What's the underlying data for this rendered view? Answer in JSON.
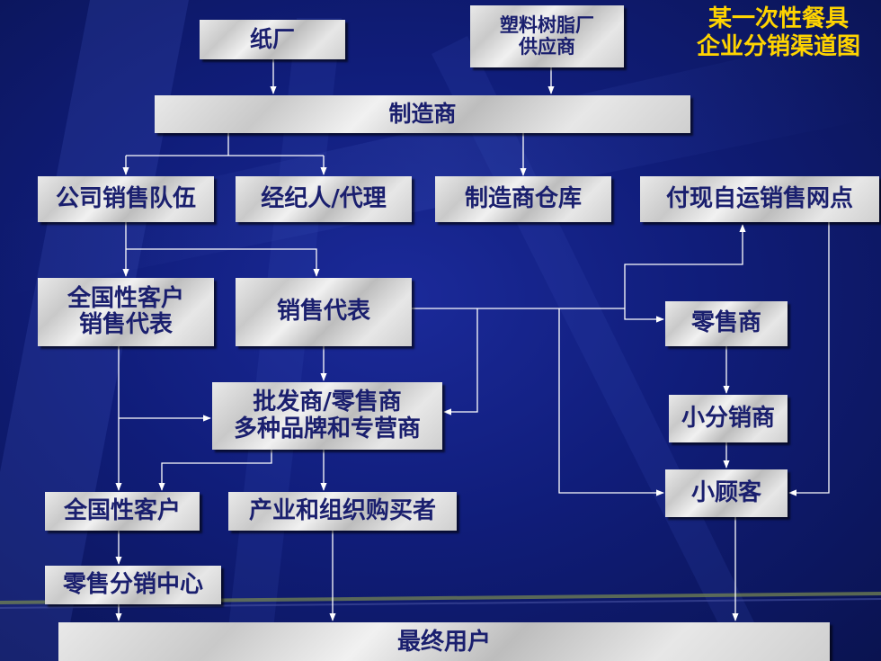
{
  "title": {
    "line1": "某一次性餐具",
    "line2": "企业分销渠道图"
  },
  "nodes": {
    "paper_mill": "纸厂",
    "resin_supplier_l1": "塑料树脂厂",
    "resin_supplier_l2": "供应商",
    "manufacturer": "制造商",
    "company_sales_team": "公司销售队伍",
    "broker_agent": "经纪人/代理",
    "manufacturer_warehouse": "制造商仓库",
    "cash_carry_outlet": "付现自运销售网点",
    "national_account_rep_l1": "全国性客户",
    "national_account_rep_l2": "销售代表",
    "sales_rep": "销售代表",
    "retailer": "零售商",
    "wholesaler_l1": "批发商/零售商",
    "wholesaler_l2": "多种品牌和专营商",
    "small_distributor": "小分销商",
    "national_account": "全国性客户",
    "industrial_buyers": "产业和组织购买者",
    "small_customer": "小顾客",
    "retail_dc": "零售分销中心",
    "end_user": "最终用户"
  },
  "colors": {
    "title": "#ffd400",
    "text": "#1a1f6e",
    "background": "#101d7a",
    "line": "#ffffff"
  }
}
